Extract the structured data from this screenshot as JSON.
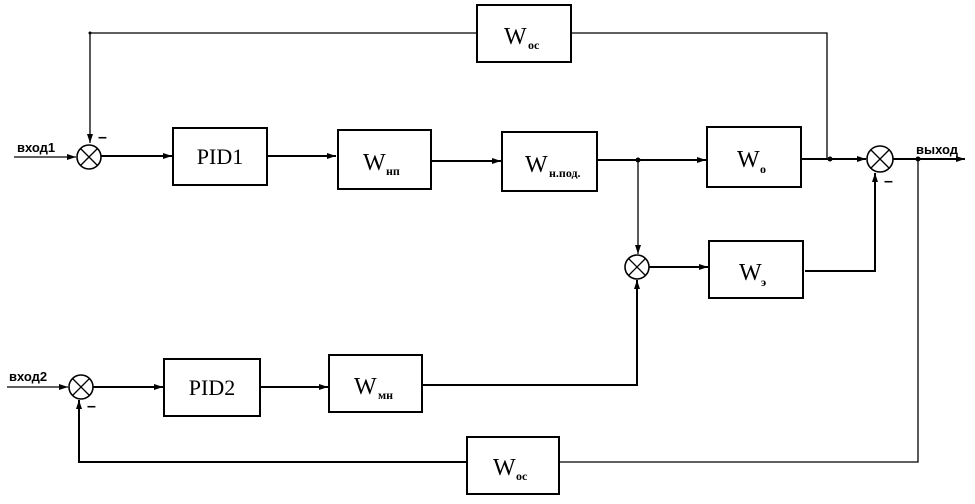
{
  "diagram": {
    "type": "control-system block diagram",
    "inputs": {
      "input1": "вход1",
      "input2": "вход2"
    },
    "output": "выход",
    "minus_sign": "–",
    "blocks": {
      "feedback_top": {
        "main": "W",
        "sub": "ос"
      },
      "pid1": {
        "main": "PID1"
      },
      "w_np": {
        "main": "W",
        "sub": "нп"
      },
      "w_npod": {
        "main": "W",
        "sub": "н.под."
      },
      "w_o": {
        "main": "W",
        "sub": "о"
      },
      "w_e": {
        "main": "W",
        "sub": "э"
      },
      "pid2": {
        "main": "PID2"
      },
      "w_mn": {
        "main": "W",
        "sub": "мн"
      },
      "feedback_bottom": {
        "main": "W",
        "sub": "ос"
      }
    },
    "summing_junctions": [
      "sum-input1",
      "sum-middle",
      "sum-output",
      "sum-input2"
    ]
  }
}
